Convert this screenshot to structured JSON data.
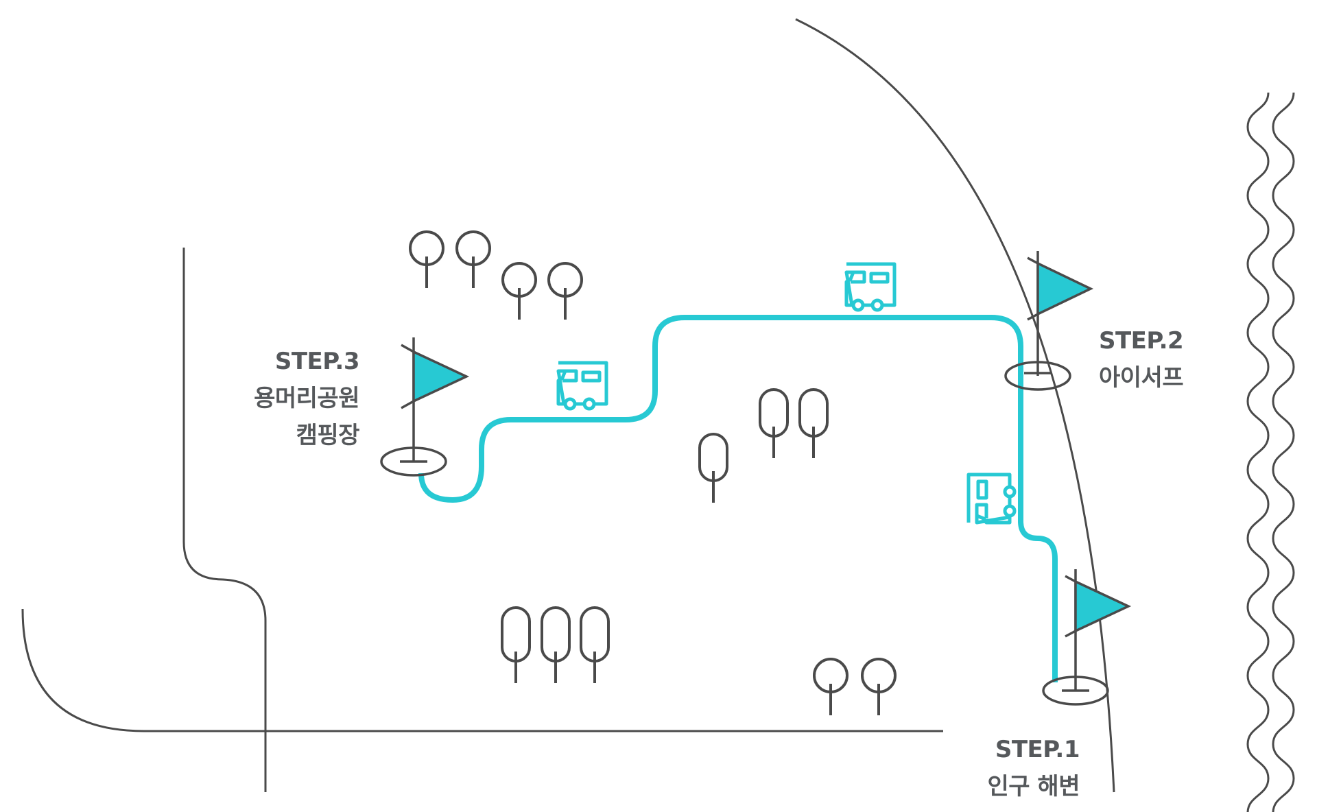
{
  "map": {
    "colors": {
      "route": "#27c9d3",
      "line": "#4a4a4a",
      "text": "#55585b",
      "background": "#ffffff"
    },
    "steps": [
      {
        "step": "STEP.1",
        "name_lines": [
          "인구 해변"
        ],
        "icon": "flag-icon"
      },
      {
        "step": "STEP.2",
        "name_lines": [
          "아이서프"
        ],
        "icon": "flag-icon"
      },
      {
        "step": "STEP.3",
        "name_lines": [
          "용머리공원",
          "캠핑장"
        ],
        "icon": "flag-icon"
      }
    ],
    "vehicle_icon": "camper-van-icon",
    "tree_icon": "tree-icon",
    "water_icon": "wave-icon"
  }
}
